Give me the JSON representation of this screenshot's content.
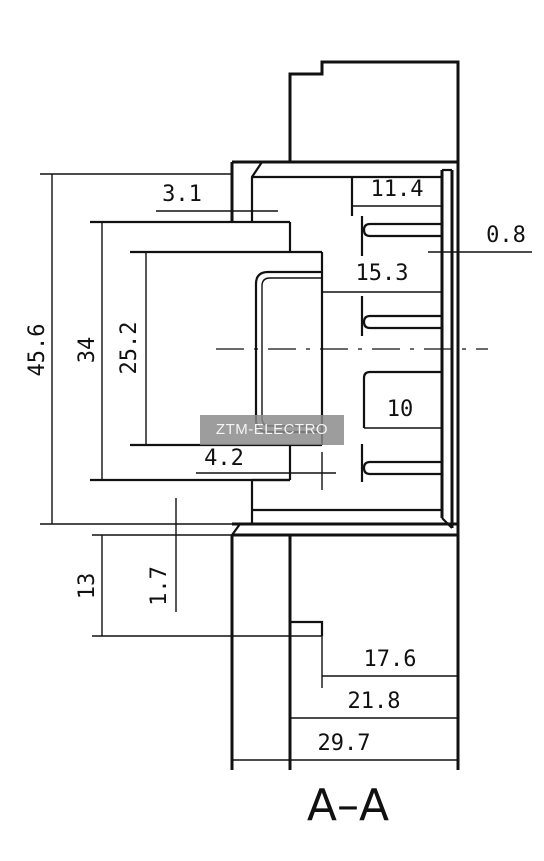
{
  "diagram": {
    "section_title": "A–A",
    "dimensions": {
      "d45_6": "45.6",
      "d34": "34",
      "d25_2": "25.2",
      "d3_1": "3.1",
      "d11_4": "11.4",
      "d0_8": "0.8",
      "d15_3": "15.3",
      "d10": "10",
      "d4_2": "4.2",
      "d13": "13",
      "d1_7": "1.7",
      "d17_6": "17.6",
      "d21_8": "21.8",
      "d29_7": "29.7"
    }
  },
  "watermark": {
    "text": "ZTM-ELECTRO"
  }
}
